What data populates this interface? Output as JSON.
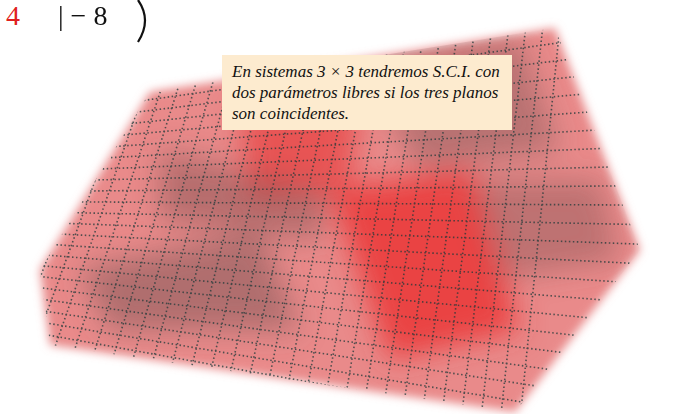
{
  "diagram": {
    "nodes": [
      {
        "text": [
          "En sistemas 3 × 3 tendremos S.C.I. con dos parámetros libres si los tres planos son coincidentes."
        ]
      }
    ],
    "labels": [
      "4",
      "| − 8"
    ]
  }
}
